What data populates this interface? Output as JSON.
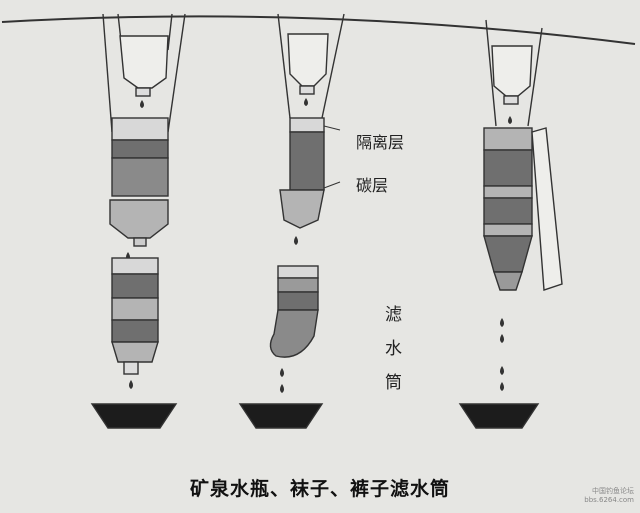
{
  "labels": {
    "separator_layer": "隔离层",
    "carbon_layer": "碳层",
    "filter_tube_chars": [
      "滤",
      "水",
      "筒"
    ]
  },
  "caption": "矿泉水瓶、袜子、裤子滤水筒",
  "watermark": [
    "中国钓鱼论坛",
    "bbs.6264.com"
  ],
  "colors": {
    "background": "#e6e6e3",
    "dark_band": "#6f6f6f",
    "light_band": "#b4b4b4",
    "bowl": "#1c1c1c"
  }
}
